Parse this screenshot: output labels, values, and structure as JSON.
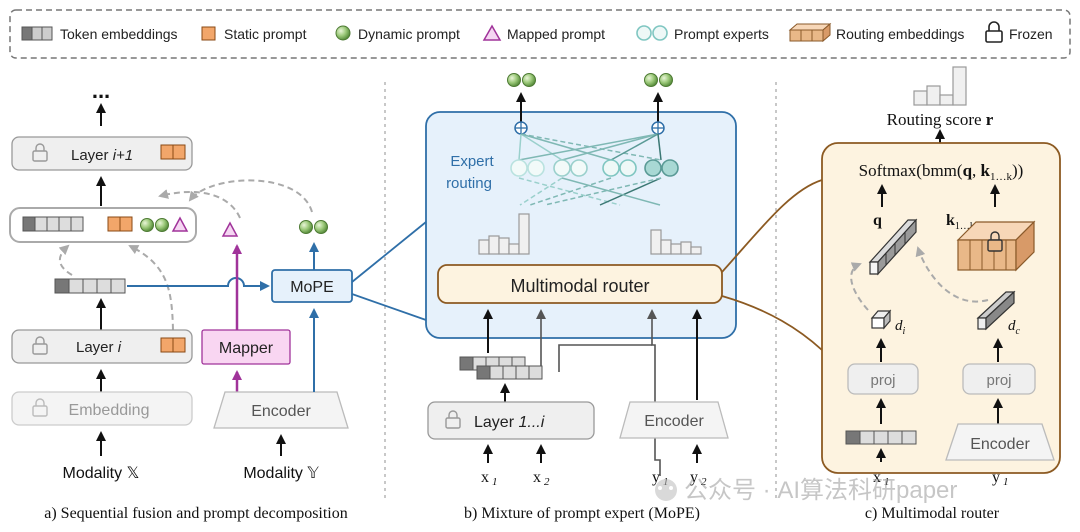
{
  "legend": {
    "token_embeddings": "Token embeddings",
    "static_prompt": "Static prompt",
    "dynamic_prompt": "Dynamic prompt",
    "mapped_prompt": "Mapped prompt",
    "prompt_experts": "Prompt experts",
    "routing_embeddings": "Routing embeddings",
    "frozen": "Frozen"
  },
  "panel_a": {
    "ellipsis": "...",
    "layer_top_prefix": "Layer ",
    "layer_top_index": "i+1",
    "layer_i_prefix": "Layer ",
    "layer_i_index": "i",
    "embedding": "Embedding",
    "mapper": "Mapper",
    "encoder": "Encoder",
    "mope": "MoPE",
    "modality_x": "Modality 𝕏",
    "modality_y": "Modality 𝕐",
    "caption": "a) Sequential fusion and prompt decomposition"
  },
  "panel_b": {
    "expert_routing_line1": "Expert",
    "expert_routing_line2": "routing",
    "router": "Multimodal router",
    "layer_prefix": "Layer ",
    "layer_range": "1...i",
    "encoder": "Encoder",
    "inputs": [
      "x",
      "x",
      "y",
      "y"
    ],
    "input_subs": [
      "1",
      "2",
      "1",
      "2"
    ],
    "caption": "b) Mixture of prompt expert (MoPE)"
  },
  "panel_c": {
    "routing_score": "Routing score ",
    "routing_score_bold": "r",
    "softmax_pre": "Softmax(bmm(",
    "softmax_q": "q",
    "softmax_mid": ", ",
    "softmax_k": "k",
    "softmax_ksub": "1…k",
    "softmax_post": "))",
    "q_label": "q",
    "k_label": "k",
    "k_sub": "1…k",
    "d_i": "d",
    "d_i_sub": "i",
    "d_c": "d",
    "d_c_sub": "c",
    "proj_left": "proj",
    "proj_right": "proj",
    "encoder": "Encoder",
    "x_label": "x",
    "x_sub": "1",
    "y_label": "y",
    "y_sub": "1",
    "caption": "c) Multimodal router"
  },
  "watermark": "公众号 · AI算法科研paper",
  "colors": {
    "static_prompt": "#f2a66a",
    "mapped_prompt": "#a0339a",
    "mapper_fill": "#f9d6f2",
    "mope_blue": "#2f6fa8",
    "mope_fill": "#e6f1fb",
    "router_fill": "#fdf3e0",
    "router_border": "#8c5a22",
    "teal": "#7fc6c1"
  }
}
